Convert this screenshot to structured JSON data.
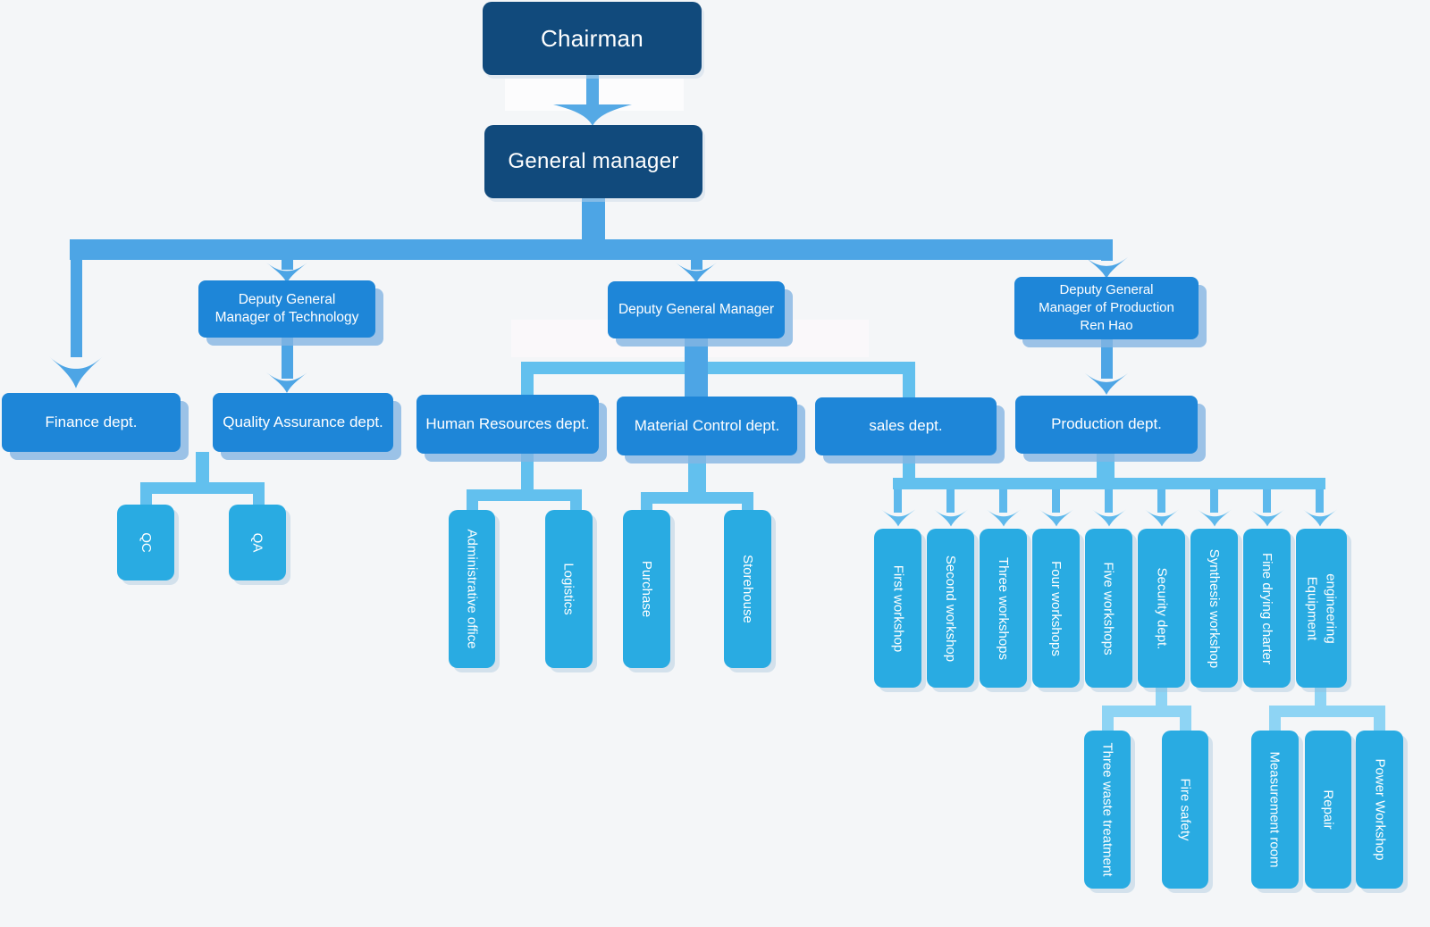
{
  "diagram": {
    "type": "org-chart",
    "colors": {
      "level1_box": "#114a7c",
      "level2_box": "#1e86d8",
      "leaf_box": "#29abe2",
      "connector_medium": "#4da5e5",
      "connector_cyan": "#62c0ee",
      "connector_light": "#8ed4f4",
      "text": "#ffffff",
      "background": "#f4f6f8"
    },
    "nodes": {
      "chairman": {
        "label": "Chairman"
      },
      "general_manager": {
        "label": "General manager"
      },
      "dgm_technology": {
        "label": "Deputy General\nManager of Technology"
      },
      "dgm": {
        "label": "Deputy General Manager"
      },
      "dgm_production": {
        "label": "Deputy General\nManager of Production\nRen Hao"
      },
      "finance": {
        "label": "Finance dept."
      },
      "quality_assurance": {
        "label": "Quality Assurance dept."
      },
      "human_resources": {
        "label": "Human Resources dept."
      },
      "material_control": {
        "label": "Material Control dept."
      },
      "sales": {
        "label": "sales dept."
      },
      "production": {
        "label": "Production dept."
      },
      "qc": {
        "label": "QC"
      },
      "qa": {
        "label": "QA"
      },
      "administrative_office": {
        "label": "Administrative office"
      },
      "logistics": {
        "label": "Logistics"
      },
      "purchase": {
        "label": "Purchase"
      },
      "storehouse": {
        "label": "Storehouse"
      },
      "first_workshop": {
        "label": "First workshop"
      },
      "second_workshop": {
        "label": "Second workshop"
      },
      "three_workshops": {
        "label": "Three workshops"
      },
      "four_workshops": {
        "label": "Four workshops"
      },
      "five_workshops": {
        "label": "Five workshops"
      },
      "security": {
        "label": "Security dept."
      },
      "synthesis_workshop": {
        "label": "Synthesis workshop"
      },
      "fine_drying_charter": {
        "label": "Fine drying charter"
      },
      "equipment_engineering": {
        "label": "Equipment engineering",
        "line1": "Equipment",
        "line2": "engineering"
      },
      "three_waste_treatment": {
        "label": "Three waste treatment"
      },
      "fire_safety": {
        "label": "Fire safety"
      },
      "measurement_room": {
        "label": "Measurement room"
      },
      "repair": {
        "label": "Repair"
      },
      "power_workshop": {
        "label": "Power Workshop"
      }
    },
    "edges": [
      "chairman > general_manager",
      "general_manager > dgm_technology",
      "general_manager > dgm",
      "general_manager > dgm_production",
      "general_manager > finance",
      "dgm_technology > quality_assurance",
      "quality_assurance > qc",
      "quality_assurance > qa",
      "dgm > human_resources",
      "dgm > material_control",
      "dgm > sales",
      "human_resources > administrative_office",
      "human_resources > logistics",
      "material_control > purchase",
      "material_control > storehouse",
      "dgm_production > production",
      "production > first_workshop",
      "production > second_workshop",
      "production > three_workshops",
      "production > four_workshops",
      "production > five_workshops",
      "production > security",
      "production > synthesis_workshop",
      "production > fine_drying_charter",
      "production > equipment_engineering",
      "security > three_waste_treatment",
      "security > fire_safety",
      "equipment_engineering > measurement_room",
      "equipment_engineering > repair",
      "equipment_engineering > power_workshop"
    ]
  }
}
